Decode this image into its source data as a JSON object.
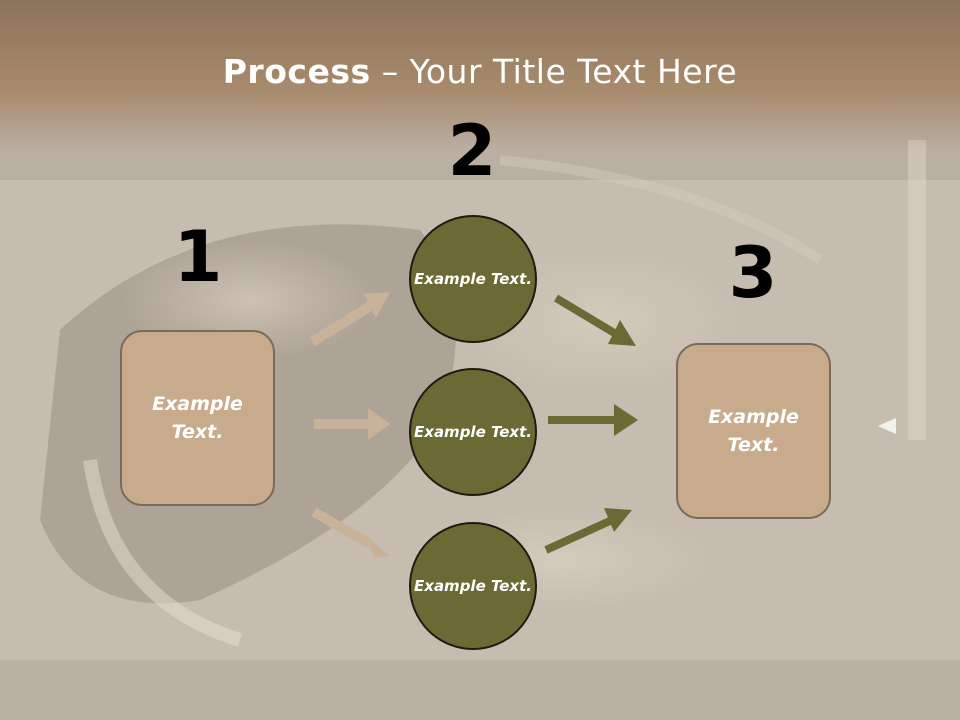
{
  "title": {
    "bold": "Process",
    "rest": " – Your Title Text Here"
  },
  "steps": {
    "one": "1",
    "two": "2",
    "three": "3"
  },
  "left_box": {
    "text": "Example Text."
  },
  "circles": [
    {
      "text": "Example Text."
    },
    {
      "text": "Example Text."
    },
    {
      "text": "Example Text."
    }
  ],
  "right_box": {
    "text": "Example Text."
  },
  "colors": {
    "header": "#a88a6c",
    "box_fill": "#c7ab8c",
    "circle_fill": "#6b6a35",
    "arrow_tan": "#c9b29a",
    "arrow_olive": "#6b6a35"
  }
}
